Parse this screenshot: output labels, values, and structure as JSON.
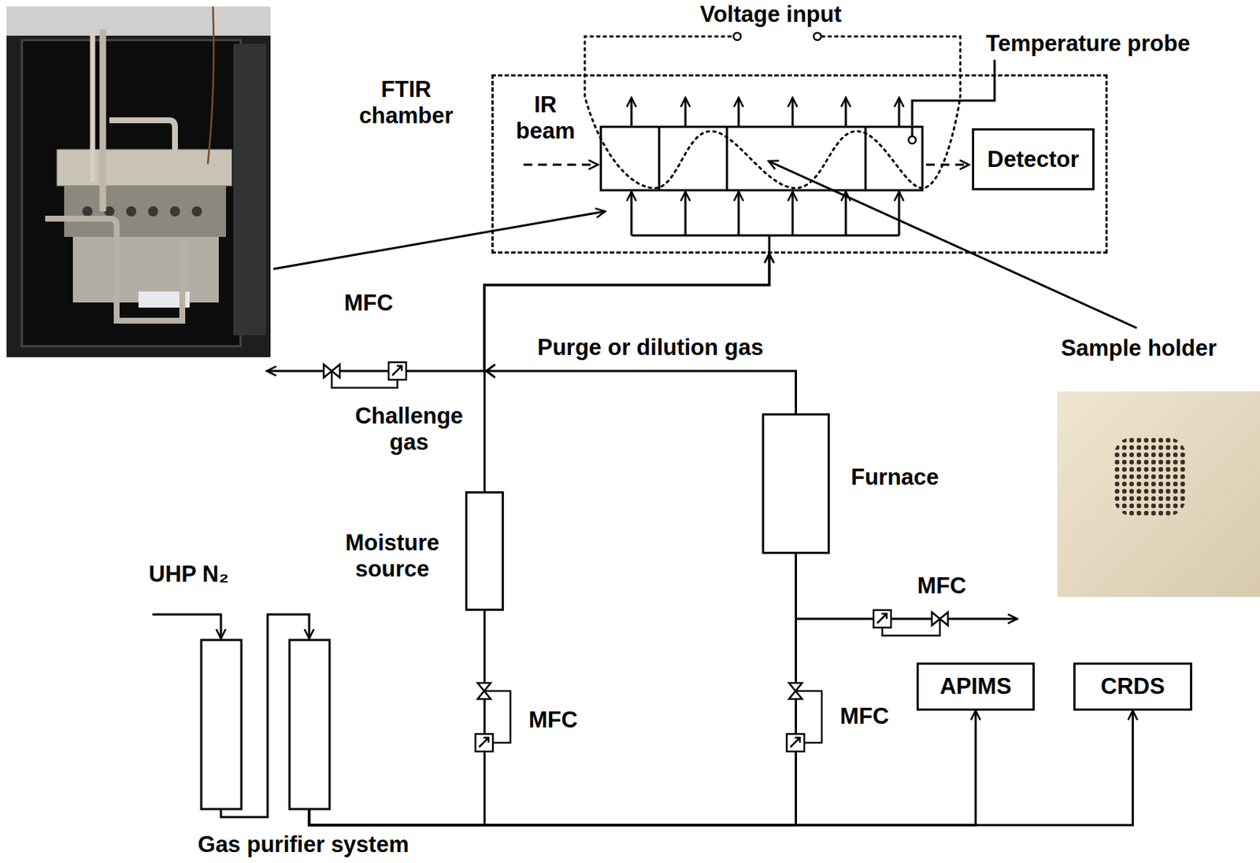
{
  "diagram": {
    "nodes": [
      {
        "text": [
          "FTIR chamber"
        ]
      },
      {
        "text": [
          "Detector"
        ],
        "in": 0
      },
      {
        "text": [
          "Moisture source"
        ]
      },
      {
        "text": [
          "Furnace"
        ]
      },
      {
        "text": [
          "APIMS"
        ]
      },
      {
        "text": [
          "CRDS"
        ]
      },
      {
        "text": [
          "Gas purifier system"
        ]
      }
    ],
    "edges": [
      {
        "from": 6,
        "to": 2,
        "arrow": "none"
      },
      {
        "from": 6,
        "to": 3,
        "arrow": "none"
      },
      {
        "from": 6,
        "to": 4,
        "arrow": "to"
      },
      {
        "from": 6,
        "to": 5,
        "arrow": "to"
      },
      {
        "from": 2,
        "to": 0,
        "arrow": "to"
      },
      {
        "from": 3,
        "to": 0,
        "label": "Purge or dilution gas",
        "arrow": "to"
      }
    ],
    "labels": [
      "Voltage input",
      "Temperature probe",
      "IR beam",
      "Sample holder",
      "MFC",
      "Challenge gas",
      "MFC",
      "MFC",
      "MFC",
      "UHP N₂"
    ]
  }
}
